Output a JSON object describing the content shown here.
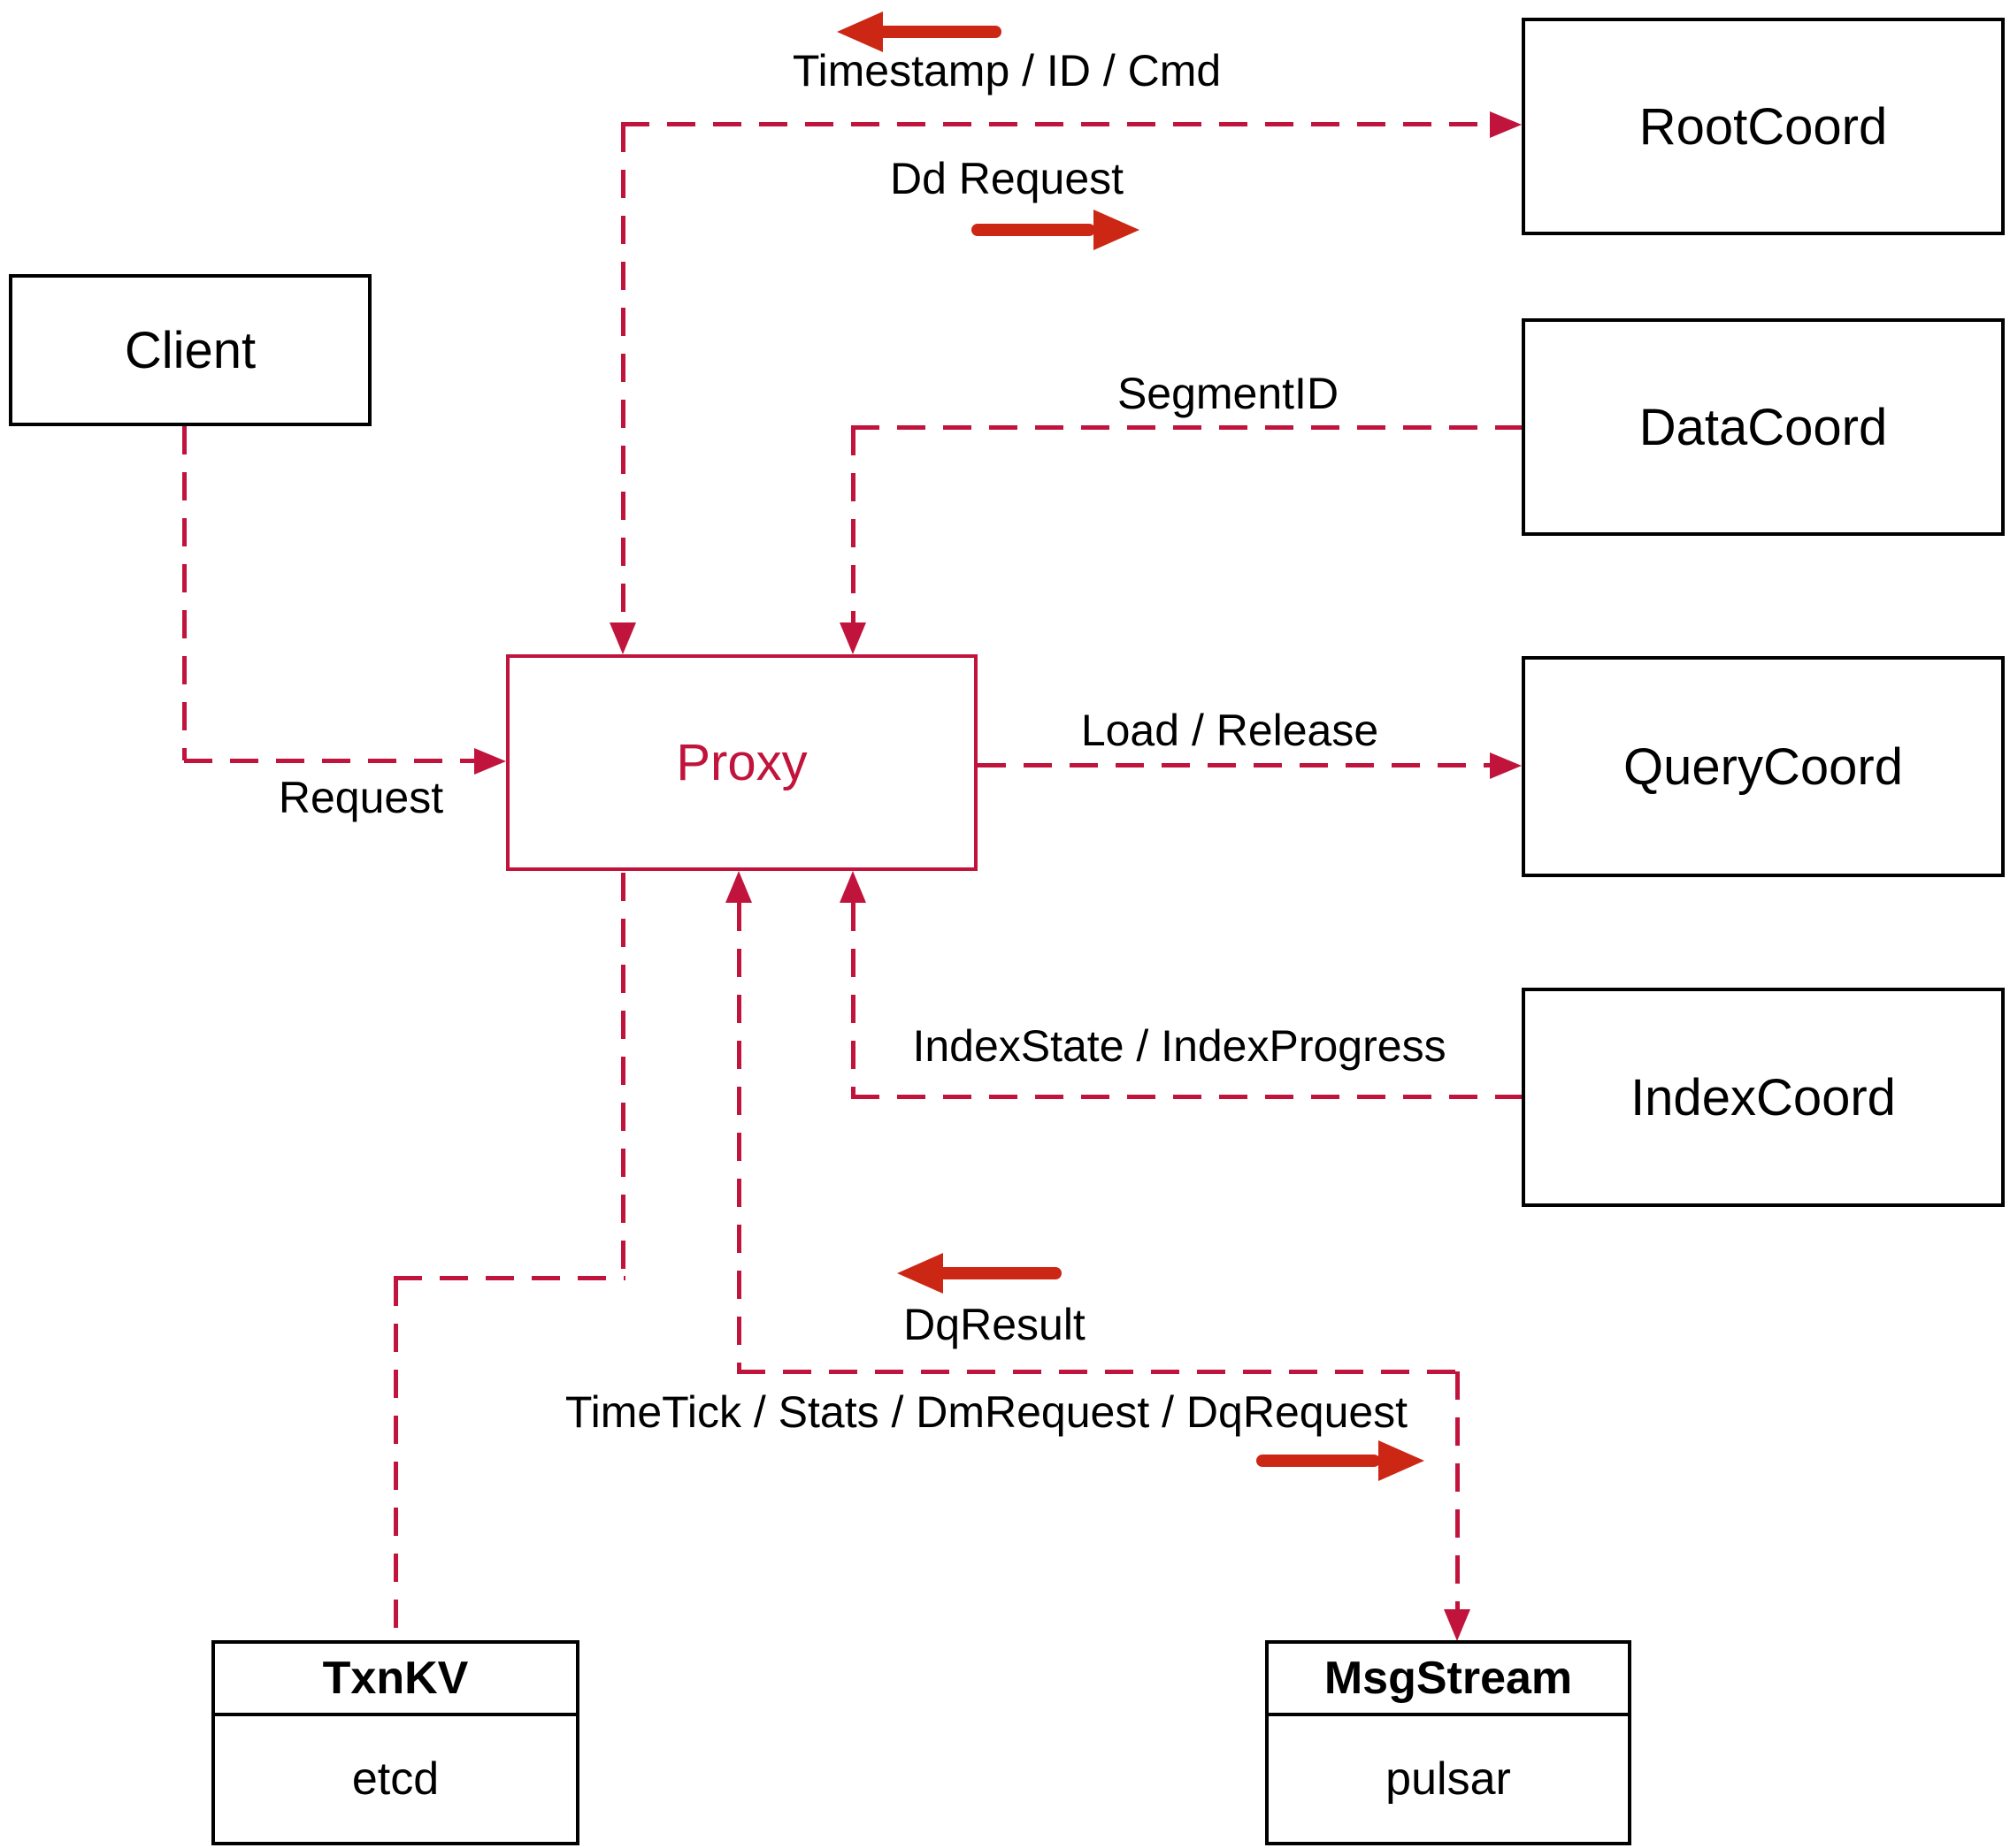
{
  "diagram": {
    "title": "proxy-coordinator-interaction-diagram",
    "nodes": {
      "client": {
        "label": "Client"
      },
      "proxy": {
        "label": "Proxy"
      },
      "rootcoord": {
        "label": "RootCoord"
      },
      "datacoord": {
        "label": "DataCoord"
      },
      "querycoord": {
        "label": "QueryCoord"
      },
      "indexcoord": {
        "label": "IndexCoord"
      },
      "txnkv": {
        "title": "TxnKV",
        "subtitle": "etcd"
      },
      "msgstream": {
        "title": "MsgStream",
        "subtitle": "pulsar"
      }
    },
    "edge_labels": {
      "timestamp": "Timestamp / ID / Cmd",
      "dd_request": "Dd Request",
      "segment_id": "SegmentID",
      "request": "Request",
      "load_release": "Load / Release",
      "index_state": "IndexState / IndexProgress",
      "dq_result": "DqResult",
      "timetick": "TimeTick / Stats / DmRequest / DqRequest"
    },
    "colors": {
      "dash": "#C1143C",
      "arrow": "#CC2715",
      "border": "#000000",
      "proxy": "#C1143C",
      "text": "#000000",
      "bg": "#FFFFFF"
    }
  }
}
